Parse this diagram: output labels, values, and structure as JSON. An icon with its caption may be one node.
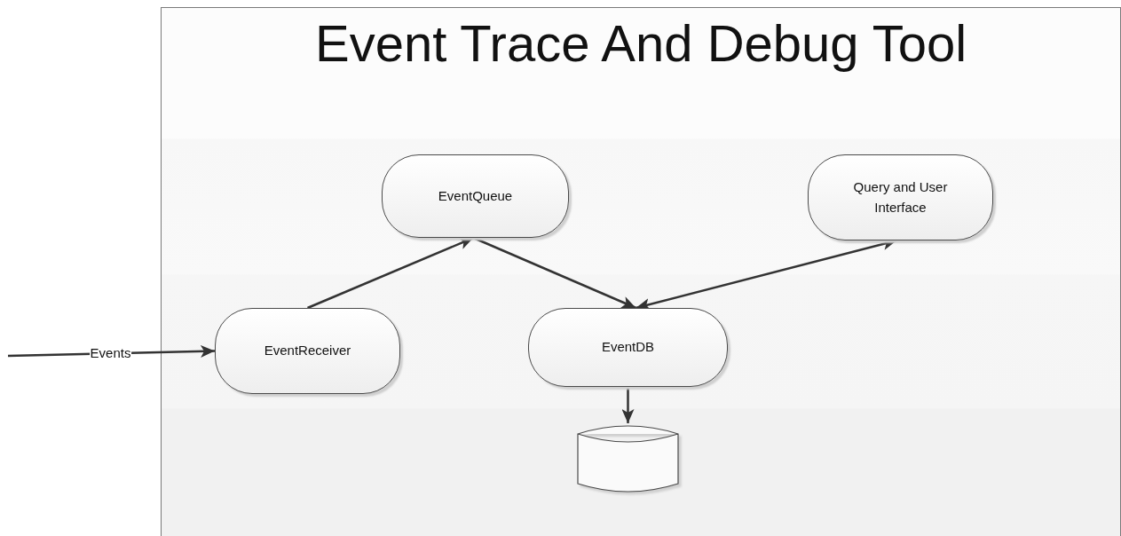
{
  "diagram": {
    "nodes": [
      {
        "text": [
          "Event Trace And Debug Tool"
        ]
      },
      {
        "text": [
          "EventQueue"
        ],
        "in": 0
      },
      {
        "text": [
          "Query and User Interface"
        ],
        "in": 0
      },
      {
        "text": [
          "EventReceiver"
        ],
        "in": 0
      },
      {
        "text": [
          "EventDB"
        ],
        "in": 0
      },
      {
        "text": [],
        "shape": "cylinder",
        "in": 0
      }
    ],
    "edges": [
      {
        "from": null,
        "to": 3,
        "arrow": "to",
        "label": "Events"
      },
      {
        "from": 3,
        "to": 1,
        "arrow": "to"
      },
      {
        "from": 1,
        "to": 4,
        "arrow": "to"
      },
      {
        "from": 4,
        "to": 2,
        "arrow": "both"
      },
      {
        "from": 4,
        "to": 5,
        "arrow": "to"
      }
    ]
  }
}
